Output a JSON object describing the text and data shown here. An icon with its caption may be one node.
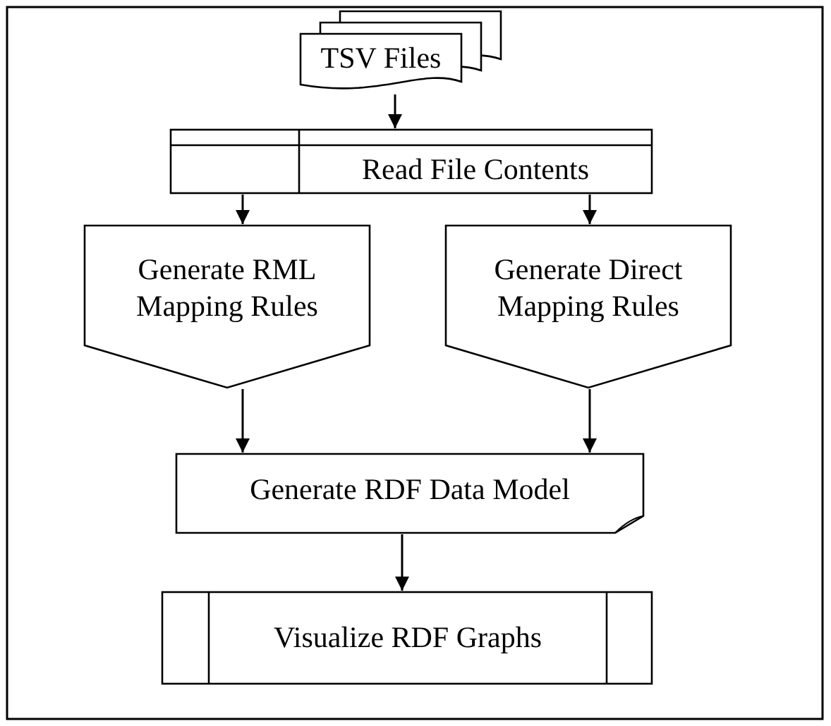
{
  "diagram": {
    "nodes": [
      {
        "text": [
          "TSV Files"
        ]
      },
      {
        "text": [
          "Read File Contents"
        ]
      },
      {
        "text": [
          "Generate RML Mapping Rules"
        ]
      },
      {
        "text": [
          "Generate Direct Mapping Rules"
        ]
      },
      {
        "text": [
          "Generate RDF Data Model"
        ]
      },
      {
        "text": [
          "Visualize RDF Graphs"
        ]
      }
    ],
    "edges": [
      {
        "from": 0,
        "to": 1,
        "arrow": "to"
      },
      {
        "from": 1,
        "to": 2,
        "arrow": "to"
      },
      {
        "from": 1,
        "to": 3,
        "arrow": "to"
      },
      {
        "from": 2,
        "to": 4,
        "arrow": "to"
      },
      {
        "from": 3,
        "to": 4,
        "arrow": "to"
      },
      {
        "from": 4,
        "to": 5,
        "arrow": "to"
      }
    ]
  }
}
